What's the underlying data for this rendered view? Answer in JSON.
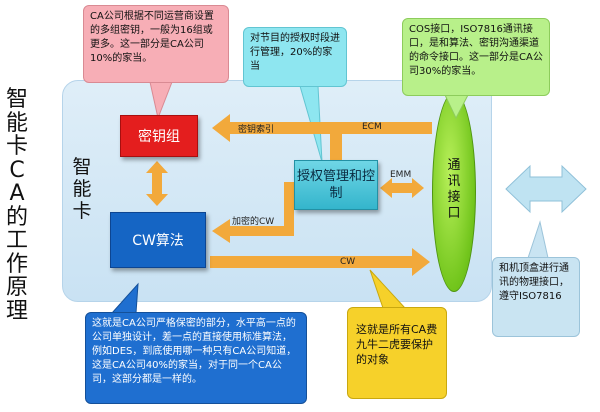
{
  "diagram": {
    "side_title": "智能卡CA的工作原理",
    "card_label": "智能卡",
    "key_group": "密钥组",
    "cw_algorithm": "CW算法",
    "auth_mgmt": "授权管理和控制",
    "comm_interface": "通讯接口",
    "arrows": {
      "key_index": "密钥索引",
      "ecm": "ECM",
      "emm": "EMM",
      "encrypted_cw": "加密的CW",
      "cw": "CW"
    },
    "callouts": {
      "pink": "CA公司根据不同运营商设置的多组密钥，一般为16组或更多。这一部分是CA公司10%的家当。",
      "cyan": "对节目的授权时段进行管理，20%的家当",
      "green": "COS接口，ISO7816通讯接口，是和算法、密钥沟通渠道的命令接口。这一部分是CA公司30%的家当。",
      "blue": "这就是CA公司严格保密的部分，水平高一点的公司单独设计，差一点的直接使用标准算法，例如DES，到底使用哪一种只有CA公司知道，这是CA公司40%的家当，对于同一个CA公司，这部分都是一样的。",
      "yellow": "这就是所有CA费九牛二虎要保护的对象",
      "lightblue": "和机顶盒进行通讯的物理接口，遵守ISO7816"
    },
    "colors": {
      "panel": "#d4e8f5",
      "key_group": "#e41e1e",
      "cw_algorithm": "#1565c4",
      "auth_mgmt": "#4cc3d8",
      "interface": "#8ad52a",
      "arrow": "#f2a93b",
      "big_arrow": "#bfe3f2"
    }
  }
}
